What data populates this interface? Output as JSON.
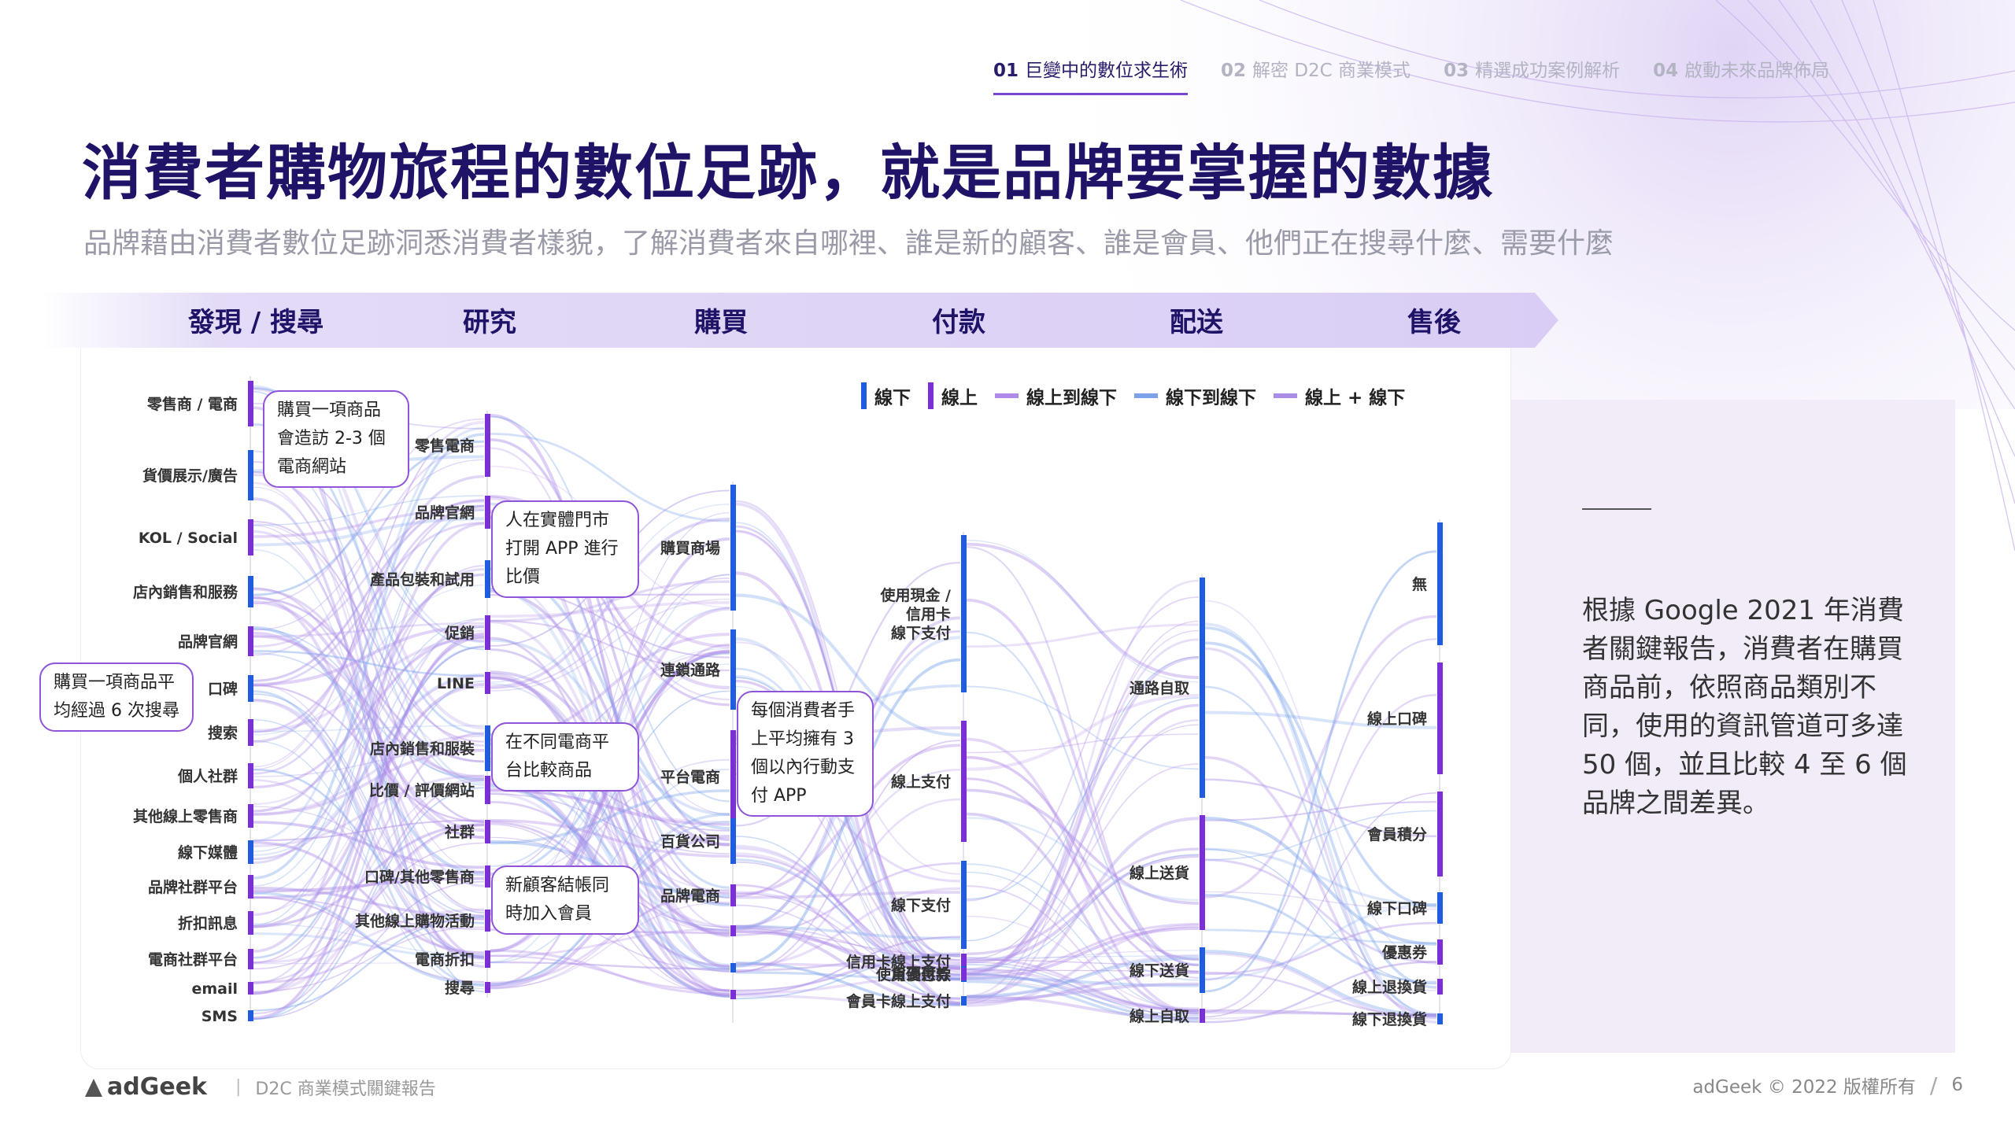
{
  "nav": [
    {
      "num": "01",
      "label": "巨變中的數位求生術",
      "active": true
    },
    {
      "num": "02",
      "label": "解密 D2C 商業模式",
      "active": false
    },
    {
      "num": "03",
      "label": "精選成功案例解析",
      "active": false
    },
    {
      "num": "04",
      "label": "啟動未來品牌佈局",
      "active": false
    }
  ],
  "title": "消費者購物旅程的數位足跡，就是品牌要掌握的數據",
  "subtitle": "品牌藉由消費者數位足跡洞悉消費者樣貌，了解消費者來自哪裡、誰是新的顧客、誰是會員、他們正在搜尋什麼、需要什麼",
  "stages": [
    "發現 / 搜尋",
    "研究",
    "購買",
    "付款",
    "配送",
    "售後"
  ],
  "legend": [
    {
      "label": "線下",
      "type": "offline"
    },
    {
      "label": "線上",
      "type": "online"
    },
    {
      "label": "線上到線下",
      "type": "o2o"
    },
    {
      "label": "線下到線下",
      "type": "off2off"
    },
    {
      "label": "線上 + 線下",
      "type": "omni"
    }
  ],
  "colors": {
    "offline": "#1f5ce0",
    "online": "#7b2fd6",
    "o2o": "#b08ae8",
    "off2off": "#7aa3ea",
    "omni": "#a98de6"
  },
  "columns": [
    {
      "id": "discover",
      "nodes": [
        {
          "label": "零售商 / 電商",
          "type": "online"
        },
        {
          "label": "貨價展示/廣告",
          "type": "offline"
        },
        {
          "label": "KOL / Social",
          "type": "online"
        },
        {
          "label": "店內銷售和服務",
          "type": "offline"
        },
        {
          "label": "品牌官網",
          "type": "online"
        },
        {
          "label": "口碑",
          "type": "offline"
        },
        {
          "label": "搜索",
          "type": "online"
        },
        {
          "label": "個人社群",
          "type": "online"
        },
        {
          "label": "其他線上零售商",
          "type": "online"
        },
        {
          "label": "線下媒體",
          "type": "offline"
        },
        {
          "label": "品牌社群平台",
          "type": "online"
        },
        {
          "label": "折扣訊息",
          "type": "online"
        },
        {
          "label": "電商社群平台",
          "type": "online"
        },
        {
          "label": "email",
          "type": "online"
        },
        {
          "label": "SMS",
          "type": "offline"
        }
      ]
    },
    {
      "id": "research",
      "nodes": [
        {
          "label": "零售電商",
          "type": "online"
        },
        {
          "label": "品牌官網",
          "type": "online"
        },
        {
          "label": "產品包裝和試用",
          "type": "offline"
        },
        {
          "label": "促銷",
          "type": "online"
        },
        {
          "label": "LINE",
          "type": "online"
        },
        {
          "label": "店內銷售和服裝",
          "type": "offline"
        },
        {
          "label": "比價 / 評價網站",
          "type": "online"
        },
        {
          "label": "社群",
          "type": "online"
        },
        {
          "label": "口碑/其他零售商",
          "type": "online"
        },
        {
          "label": "其他線上購物活動",
          "type": "online"
        },
        {
          "label": "電商折扣",
          "type": "online"
        },
        {
          "label": "搜尋",
          "type": "online"
        }
      ]
    },
    {
      "id": "buy",
      "nodes": [
        {
          "label": "購買商場",
          "type": "offline"
        },
        {
          "label": "連鎖通路",
          "type": "offline"
        },
        {
          "label": "平台電商",
          "type": "online"
        },
        {
          "label": "百貨公司",
          "type": "offline"
        },
        {
          "label": "品牌電商",
          "type": "online"
        },
        {
          "label": "",
          "type": "online"
        },
        {
          "label": "",
          "type": "offline"
        },
        {
          "label": "",
          "type": "online"
        }
      ]
    },
    {
      "id": "pay",
      "nodes": [
        {
          "label": "使用現金 / 信用卡 線下支付",
          "type": "offline"
        },
        {
          "label": "線上支付",
          "type": "online"
        },
        {
          "label": "線下支付",
          "type": "offline"
        },
        {
          "label": "信用卡線上支付",
          "type": "online"
        },
        {
          "label": "貨到付款",
          "type": "offline"
        },
        {
          "label": "使用優惠券",
          "type": "online"
        },
        {
          "label": "會員卡線上支付",
          "type": "offline"
        }
      ]
    },
    {
      "id": "ship",
      "nodes": [
        {
          "label": "通路自取",
          "type": "offline"
        },
        {
          "label": "線上送貨",
          "type": "online"
        },
        {
          "label": "線下送貨",
          "type": "offline"
        },
        {
          "label": "線上自取",
          "type": "online"
        }
      ]
    },
    {
      "id": "after",
      "nodes": [
        {
          "label": "無",
          "type": "offline"
        },
        {
          "label": "線上口碑",
          "type": "online"
        },
        {
          "label": "會員積分",
          "type": "online"
        },
        {
          "label": "線下口碑",
          "type": "offline"
        },
        {
          "label": "優惠券",
          "type": "online"
        },
        {
          "label": "線上退換貨",
          "type": "online"
        },
        {
          "label": "線下退換貨",
          "type": "offline"
        }
      ]
    }
  ],
  "callouts": [
    {
      "id": "c1",
      "text": "購買一項商品會造訪 2-3 個電商網站"
    },
    {
      "id": "c2",
      "text": "購買一項商品平均經過 6 次搜尋"
    },
    {
      "id": "c3",
      "text": "人在實體門市打開 APP 進行比價"
    },
    {
      "id": "c4",
      "text": "在不同電商平台比較商品"
    },
    {
      "id": "c5",
      "text": "新顧客結帳同時加入會員"
    },
    {
      "id": "c6",
      "text": "每個消費者手上平均擁有 3 個以內行動支付 APP"
    }
  ],
  "side": {
    "text": "根據 Google 2021 年消費者關鍵報告，消費者在購買商品前，依照商品類別不同，使用的資訊管道可多達 50 個，並且比較 4 至 6 個品牌之間差異。"
  },
  "footer": {
    "brand": "adGeek",
    "report": "D2C 商業模式關鍵報告",
    "copyright": "adGeek © 2022 版權所有",
    "page": "6"
  }
}
